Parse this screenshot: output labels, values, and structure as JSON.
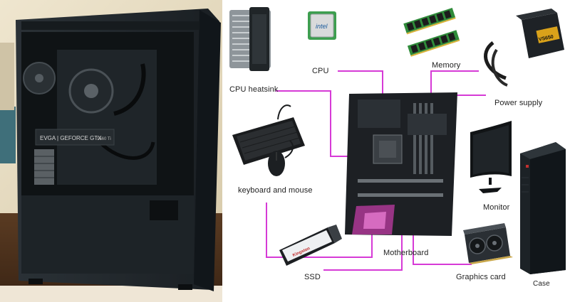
{
  "photo": {
    "gpu_text": "EVGA | GEFORCE GTX",
    "gpu_badge": "1660 Ti"
  },
  "labels": {
    "cpu_heatsink": "CPU heatsink",
    "cpu": "CPU",
    "memory": "Memory",
    "power_supply": "Power supply",
    "keyboard_mouse": "keyboard  and mouse",
    "monitor": "Monitor",
    "motherboard": "Motherboard",
    "ssd": "SSD",
    "graphics_card": "Graphics card",
    "case": "Case"
  },
  "component_marks": {
    "cpu_chip": "intel",
    "ssd_brand": "Kingston",
    "psu_model": "VS650"
  },
  "colors": {
    "connector": "#d63ad6",
    "background": "#ffffff",
    "case_body": "#1c2226"
  }
}
